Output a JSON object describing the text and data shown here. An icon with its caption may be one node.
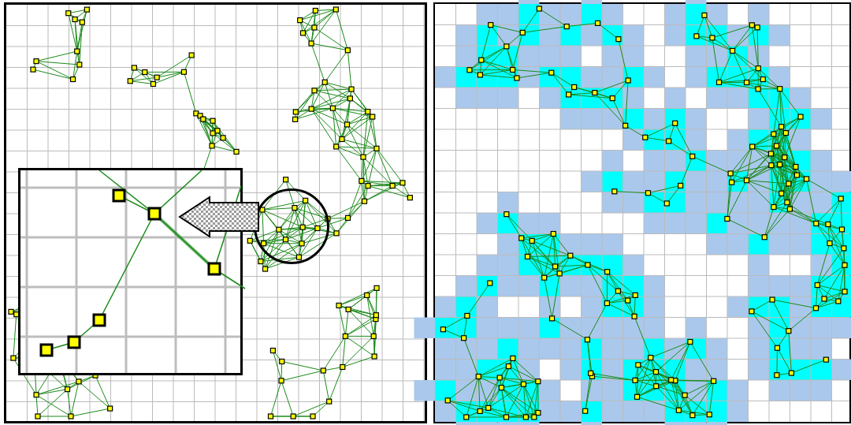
{
  "diagram": {
    "nodes": [
      {
        "text": [],
        "shape": "box"
      },
      {
        "text": [],
        "shape": "circle",
        "in": 0
      },
      {
        "text": [],
        "shape": "box",
        "in": 0
      },
      {
        "text": [],
        "shape": "box"
      }
    ],
    "edges": [
      {
        "from": 1,
        "to": 2,
        "arrow": "to"
      }
    ]
  }
}
